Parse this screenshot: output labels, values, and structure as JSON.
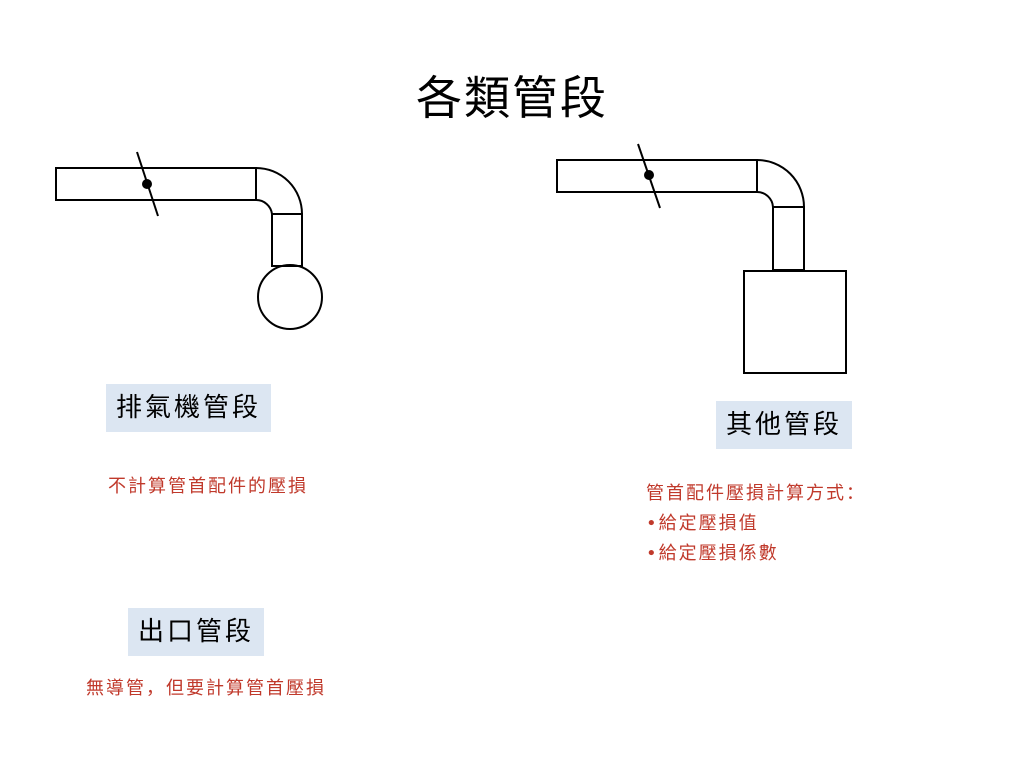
{
  "title": "各類管段",
  "sections": {
    "exhaust": {
      "label": "排氣機管段",
      "note": "不計算管首配件的壓損"
    },
    "other": {
      "label": "其他管段",
      "note_title": "管首配件壓損計算方式：",
      "bullets": [
        "•給定壓損值",
        "•給定壓損係數"
      ]
    },
    "outlet": {
      "label": "出口管段",
      "note": "無導管，但要計算管首壓損"
    }
  },
  "colors": {
    "label_bg": "#dce6f2",
    "note_text": "#c0392b",
    "line": "#000000"
  }
}
